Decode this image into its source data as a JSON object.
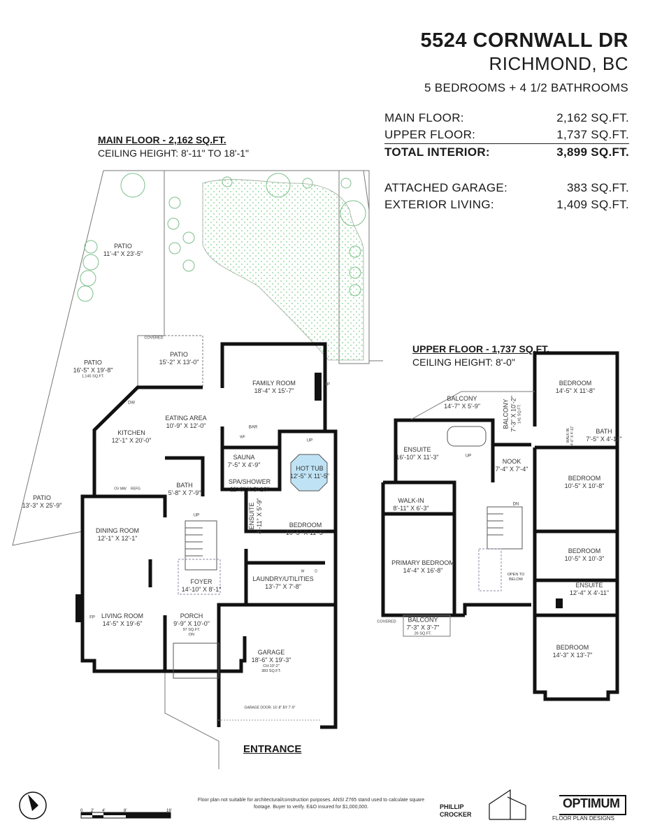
{
  "header": {
    "address": "5524 CORNWALL DR",
    "city": "RICHMOND, BC",
    "summary": "5 BEDROOMS + 4 1/2 BATHROOMS"
  },
  "areas": [
    {
      "label": "MAIN FLOOR:",
      "value": "2,162 SQ.FT."
    },
    {
      "label": "UPPER FLOOR:",
      "value": "1,737 SQ.FT."
    },
    {
      "label": "TOTAL INTERIOR:",
      "value": "3,899 SQ.FT."
    },
    {
      "label": "ATTACHED GARAGE:",
      "value": "383 SQ.FT."
    },
    {
      "label": "EXTERIOR LIVING:",
      "value": "1,409 SQ.FT."
    }
  ],
  "main_floor": {
    "title": "MAIN FLOOR - 2,162 SQ.FT.",
    "ceiling": "CEILING HEIGHT: 8'-11\" TO 18'-1\"",
    "rooms": [
      {
        "name": "PATIO",
        "dims": "11'-4\" X 23'-5\""
      },
      {
        "name": "PATIO",
        "dims": "16'-5\" X 19'-8\"",
        "area": "1,145 SQ.FT."
      },
      {
        "name": "PATIO",
        "dims": "15'-2\" X 13'-0\""
      },
      {
        "name": "PATIO",
        "dims": "13'-3\" X 25'-9\""
      },
      {
        "name": "FAMILY ROOM",
        "dims": "18'-4\" X 15'-7\""
      },
      {
        "name": "EATING AREA",
        "dims": "10'-9\" X 12'-0\""
      },
      {
        "name": "KITCHEN",
        "dims": "12'-1\" X 20'-0\""
      },
      {
        "name": "SAUNA",
        "dims": "7'-5\" X 4'-9\""
      },
      {
        "name": "HOT TUB",
        "dims": "12'-5\" X 11'-5\""
      },
      {
        "name": "BATH",
        "dims": "5'-8\" X 7'-9\""
      },
      {
        "name": "SPA/SHOWER",
        "dims": "11'-0\" X 3'-10\""
      },
      {
        "name": "ENSUITE",
        "dims": "4'-11\" X 5'-9\""
      },
      {
        "name": "DINING ROOM",
        "dims": "12'-1\" X 12'-1\""
      },
      {
        "name": "BEDROOM",
        "dims": "10'-5\" X 11'-5\""
      },
      {
        "name": "FOYER",
        "dims": "14'-10\" X 8'-1\""
      },
      {
        "name": "LAUNDRY/UTILITIES",
        "dims": "13'-7\" X 7'-8\""
      },
      {
        "name": "LIVING ROOM",
        "dims": "14'-5\" X 19'-6\""
      },
      {
        "name": "PORCH",
        "dims": "9'-9\" X 10'-0\"",
        "area": "97 SQ.FT."
      },
      {
        "name": "GARAGE",
        "dims": "18'-6\" X 19'-3\"",
        "ch": "CH:10'-2\"",
        "area": "383 SQ.FT."
      }
    ],
    "small_labels": {
      "covered": "COVERED",
      "dw": "DW",
      "bar": "BAR",
      "up": "UP",
      "fp": "FP",
      "refg": "REFG",
      "ovmw": "OV MW",
      "dn": "DN",
      "w": "W",
      "d": "D",
      "wf": "WF",
      "garage_door": "GARAGE DOOR- 16'-8\" BY 7'-9\""
    },
    "entrance": "ENTRANCE"
  },
  "upper_floor": {
    "title": "UPPER FLOOR - 1,737 SQ.FT.",
    "ceiling": "CEILING HEIGHT: 8'-0\"",
    "rooms": [
      {
        "name": "BALCONY",
        "dims": "14'-7\" X 5'-9\""
      },
      {
        "name": "BALCONY",
        "dims": "7'-3\" X 10'-2\"",
        "area": "141 SQ.FT."
      },
      {
        "name": "BEDROOM",
        "dims": "14'-5\" X 11'-8\""
      },
      {
        "name": "WALK-IN",
        "dims": "4'-6\" X 4'-11\""
      },
      {
        "name": "BATH",
        "dims": "7'-5\" X 4'-11\""
      },
      {
        "name": "ENSUITE",
        "dims": "16'-10\" X 11'-3\""
      },
      {
        "name": "NOOK",
        "dims": "7'-4\" X 7'-4\""
      },
      {
        "name": "BEDROOM",
        "dims": "10'-5\" X 10'-8\""
      },
      {
        "name": "WALK-IN",
        "dims": "8'-11\" X 6'-3\""
      },
      {
        "name": "BEDROOM",
        "dims": "10'-5\" X 10'-3\""
      },
      {
        "name": "PRIMARY BEDROOM",
        "dims": "14'-4\" X 16'-8\""
      },
      {
        "name": "ENSUITE",
        "dims": "12'-4\" X 4'-11\""
      },
      {
        "name": "BALCONY",
        "dims": "7'-3\" X 3'-7\"",
        "area": "26 SQ.FT."
      },
      {
        "name": "BEDROOM",
        "dims": "14'-3\" X 13'-7\""
      }
    ],
    "small_labels": {
      "covered": "COVERED",
      "up": "UP",
      "dn": "DN",
      "open_to_below": "OPEN TO BELOW"
    }
  },
  "footer": {
    "disclaimer": "Floor plan not suitable for architectural/construction purposes. ANSI Z765 stand used to calculate square footage. Buyer to verify.  E&O insured for $1,000,000.",
    "scale_ticks": [
      "0",
      "2'",
      "4'",
      "8'",
      "16'"
    ],
    "logo_left": "PHILLIP CROCKER",
    "logo_right": "OPTIMUM",
    "logo_right_sub": "FLOOR PLAN DESIGNS",
    "compass_icon": "north-arrow-icon"
  },
  "colors": {
    "wall": "#111111",
    "hot_tub": "#bfe3f5",
    "yard_dots": "#7fcf8a",
    "plant": "#8ac79a"
  }
}
